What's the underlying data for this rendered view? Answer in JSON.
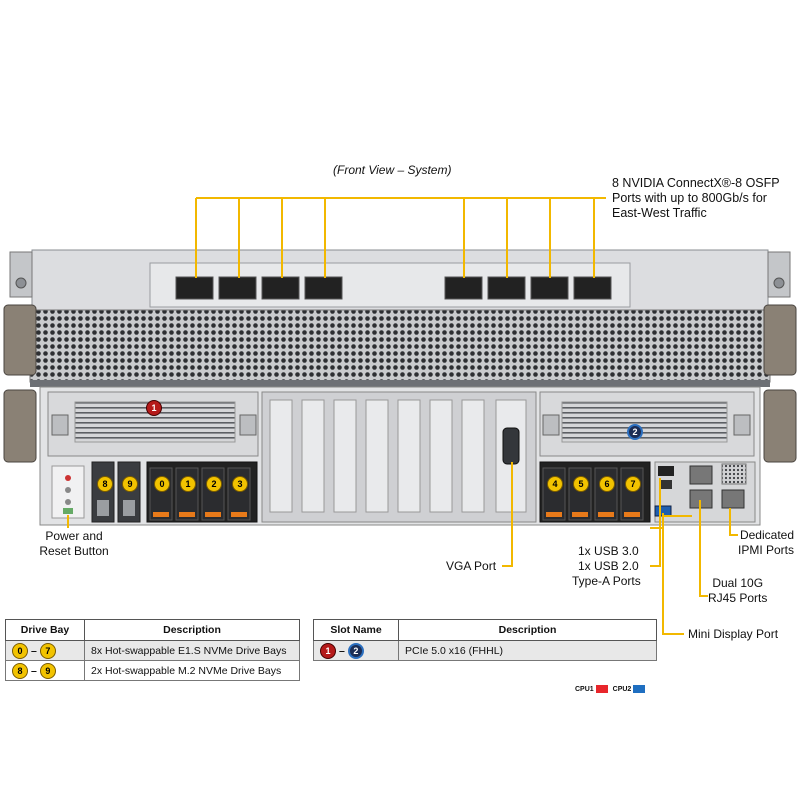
{
  "view_title": "(Front View – System)",
  "callouts": {
    "osfp": [
      "8 NVIDIA ConnectX®-8 OSFP",
      "Ports with up to 800Gb/s for",
      "East-West Traffic"
    ],
    "power": [
      "Power and",
      "Reset Button"
    ],
    "vga": "VGA Port",
    "usb": [
      "1x USB 3.0",
      "1x USB 2.0",
      "Type-A Ports"
    ],
    "ipmi": [
      "Dedicated",
      "IPMI Ports"
    ],
    "lan": [
      "Dual 10G",
      "RJ45 Ports"
    ],
    "minidp": "Mini Display Port"
  },
  "bay_badges": {
    "left": [
      "8",
      "9",
      "0",
      "1",
      "2",
      "3"
    ],
    "right": [
      "4",
      "5",
      "6",
      "7"
    ],
    "slot1": "1",
    "slot2": "2"
  },
  "drive_table": {
    "headers": [
      "Drive Bay",
      "Description"
    ],
    "rows": [
      {
        "from": "0",
        "to": "7",
        "dash": "–",
        "desc": "8x Hot-swappable E1.S NVMe Drive Bays"
      },
      {
        "from": "8",
        "to": "9",
        "dash": "–",
        "desc": "2x Hot-swappable M.2 NVMe Drive Bays"
      }
    ]
  },
  "slot_table": {
    "headers": [
      "Slot Name",
      "Description"
    ],
    "rows": [
      {
        "from": "1",
        "to": "2",
        "dash": "–",
        "desc": "PCIe 5.0 x16 (FHHL)"
      }
    ]
  },
  "cpu_legend": {
    "cpu1": "CPU1",
    "cpu2": "CPU2",
    "cpu1_color": "#e8262b",
    "cpu2_color": "#1f6fc1"
  },
  "colors": {
    "callout_line": "#f2b800",
    "badge_yellow": "#f2c300"
  }
}
